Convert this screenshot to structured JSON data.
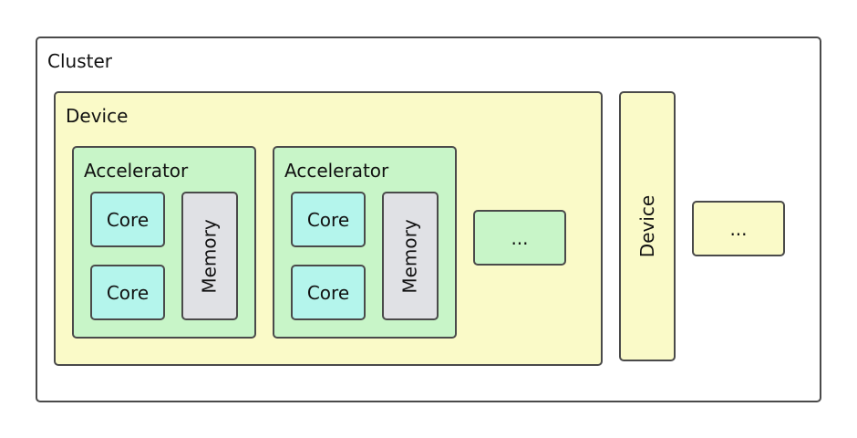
{
  "cluster": {
    "label": "Cluster"
  },
  "device_main": {
    "label": "Device",
    "accelerators": [
      {
        "label": "Accelerator",
        "cores": [
          "Core",
          "Core"
        ],
        "memory": "Memory"
      },
      {
        "label": "Accelerator",
        "cores": [
          "Core",
          "Core"
        ],
        "memory": "Memory"
      }
    ],
    "more_accelerators": "..."
  },
  "device_side": {
    "label": "Device"
  },
  "more_devices": "...",
  "colors": {
    "device_fill": "#fafac8",
    "accelerator_fill": "#c8f5c8",
    "core_fill": "#b4f5ec",
    "memory_fill": "#e0e1e5",
    "border": "#4a4a4a"
  }
}
